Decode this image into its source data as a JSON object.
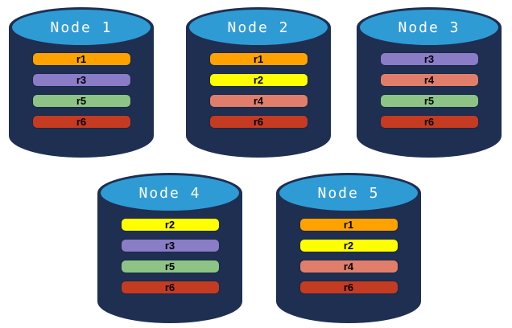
{
  "diagram": {
    "description": "Five database node cylinders holding colored replica bars",
    "colors": {
      "cylinder_body": "#1E2F52",
      "cylinder_top_face": "#2F9BD5",
      "node_title_text": "#FFFFFF",
      "bar_label_text": "#000000",
      "background": "#FFFFFF"
    },
    "replica_colors": {
      "r1": "#FFA200",
      "r2": "#FFFF00",
      "r3": "#8A7CC6",
      "r4": "#E07E6B",
      "r5": "#8DC486",
      "r6": "#C53B22"
    },
    "nodes": [
      {
        "name": "Node 1",
        "replicas": [
          "r1",
          "r3",
          "r5",
          "r6"
        ]
      },
      {
        "name": "Node 2",
        "replicas": [
          "r1",
          "r2",
          "r4",
          "r6"
        ]
      },
      {
        "name": "Node 3",
        "replicas": [
          "r3",
          "r4",
          "r5",
          "r6"
        ]
      },
      {
        "name": "Node 4",
        "replicas": [
          "r2",
          "r3",
          "r5",
          "r6"
        ]
      },
      {
        "name": "Node 5",
        "replicas": [
          "r1",
          "r2",
          "r4",
          "r6"
        ]
      }
    ]
  }
}
